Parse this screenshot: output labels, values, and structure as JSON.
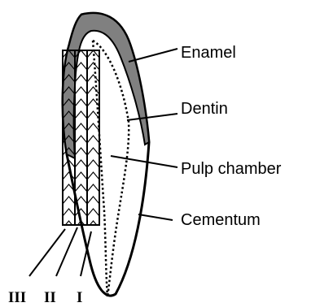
{
  "diagram": {
    "labels": {
      "enamel": "Enamel",
      "dentin": "Dentin",
      "pulp": "Pulp chamber",
      "cementum": "Cementum"
    },
    "sections": {
      "three": "III",
      "two": "II",
      "one": "I"
    },
    "colors": {
      "enamel_fill": "#808080",
      "outline": "#000000",
      "background": "#ffffff"
    }
  }
}
